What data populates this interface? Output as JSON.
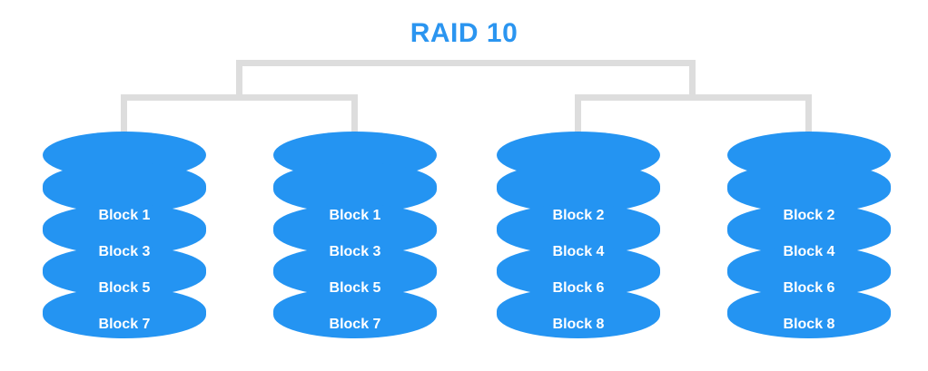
{
  "title": "RAID 10",
  "colors": {
    "disk_blue": "#2494f2",
    "title_blue": "#2b95f0",
    "connector_gray": "#dddddd",
    "label_white": "#ffffff",
    "background": "#ffffff"
  },
  "connectors": {
    "top_bar_label": "raid10-root-bar",
    "left_mirror_bar_label": "mirror-set-1-bar",
    "right_mirror_bar_label": "mirror-set-2-bar"
  },
  "disks": [
    {
      "name": "disk-1",
      "blocks": [
        "Block 1",
        "Block 3",
        "Block 5",
        "Block 7"
      ]
    },
    {
      "name": "disk-2",
      "blocks": [
        "Block 1",
        "Block 3",
        "Block 5",
        "Block 7"
      ]
    },
    {
      "name": "disk-3",
      "blocks": [
        "Block 2",
        "Block 4",
        "Block 6",
        "Block 8"
      ]
    },
    {
      "name": "disk-4",
      "blocks": [
        "Block 2",
        "Block 4",
        "Block 6",
        "Block 8"
      ]
    }
  ]
}
